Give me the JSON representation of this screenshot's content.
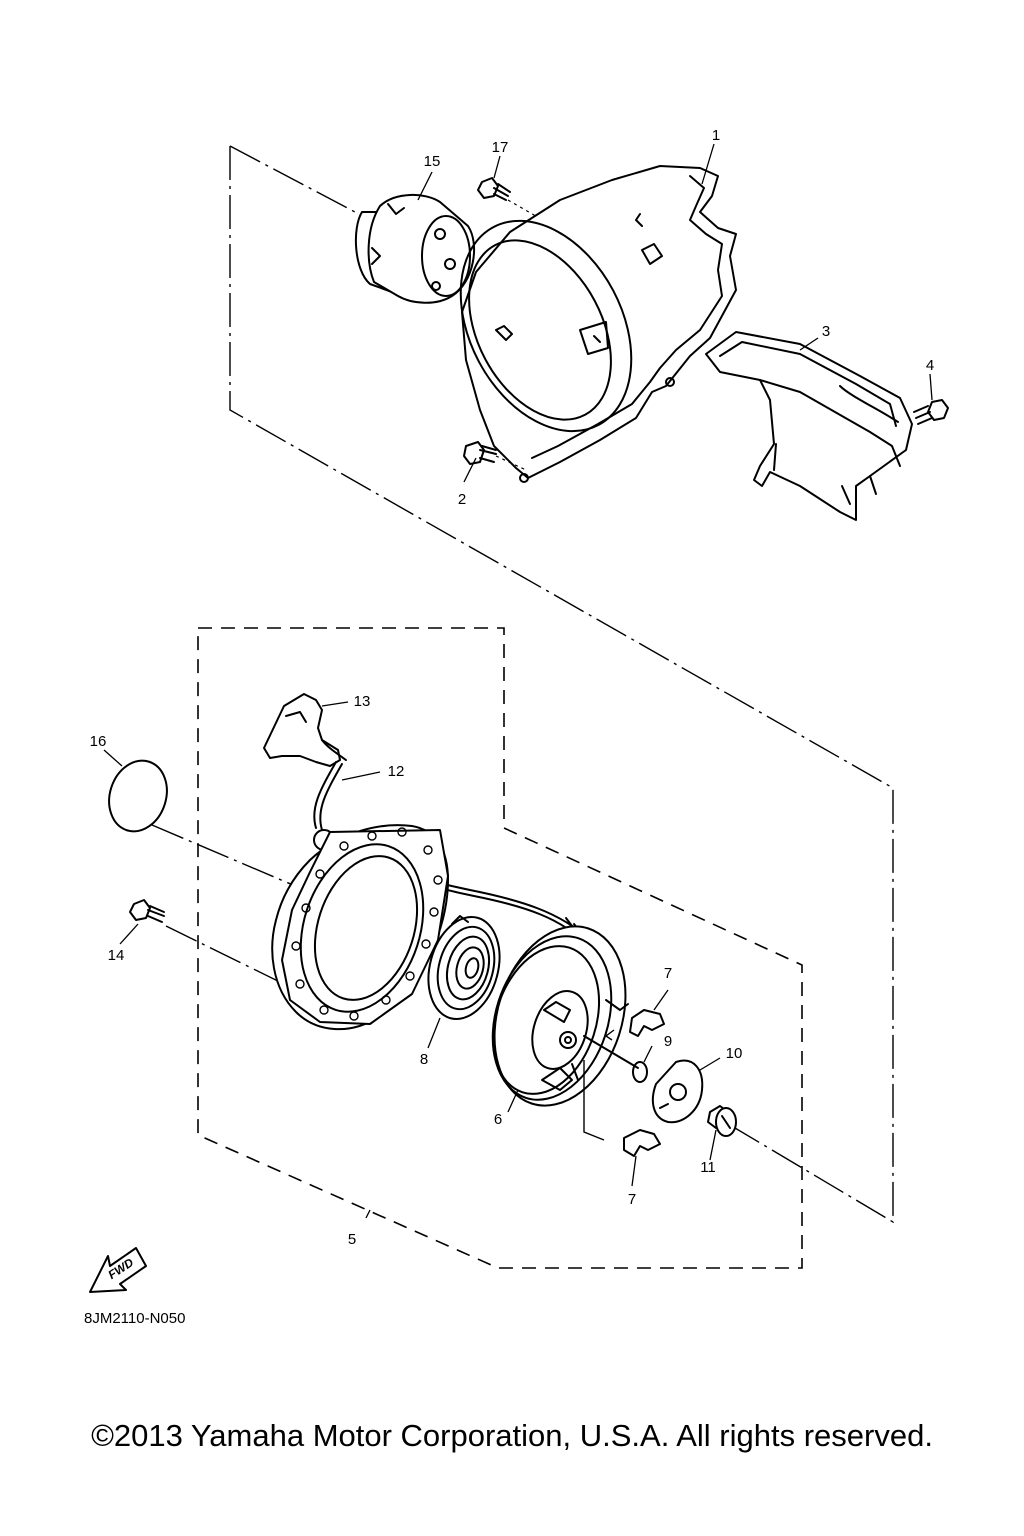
{
  "diagram": {
    "callouts": [
      "1",
      "2",
      "3",
      "4",
      "5",
      "6",
      "7",
      "7",
      "8",
      "9",
      "10",
      "11",
      "12",
      "13",
      "14",
      "15",
      "16",
      "17"
    ],
    "fwd_label": "FWD",
    "reference_code": "8JM2110-N050"
  },
  "footer": {
    "copyright": "©2013 Yamaha Motor Corporation, U.S.A. All rights reserved."
  }
}
